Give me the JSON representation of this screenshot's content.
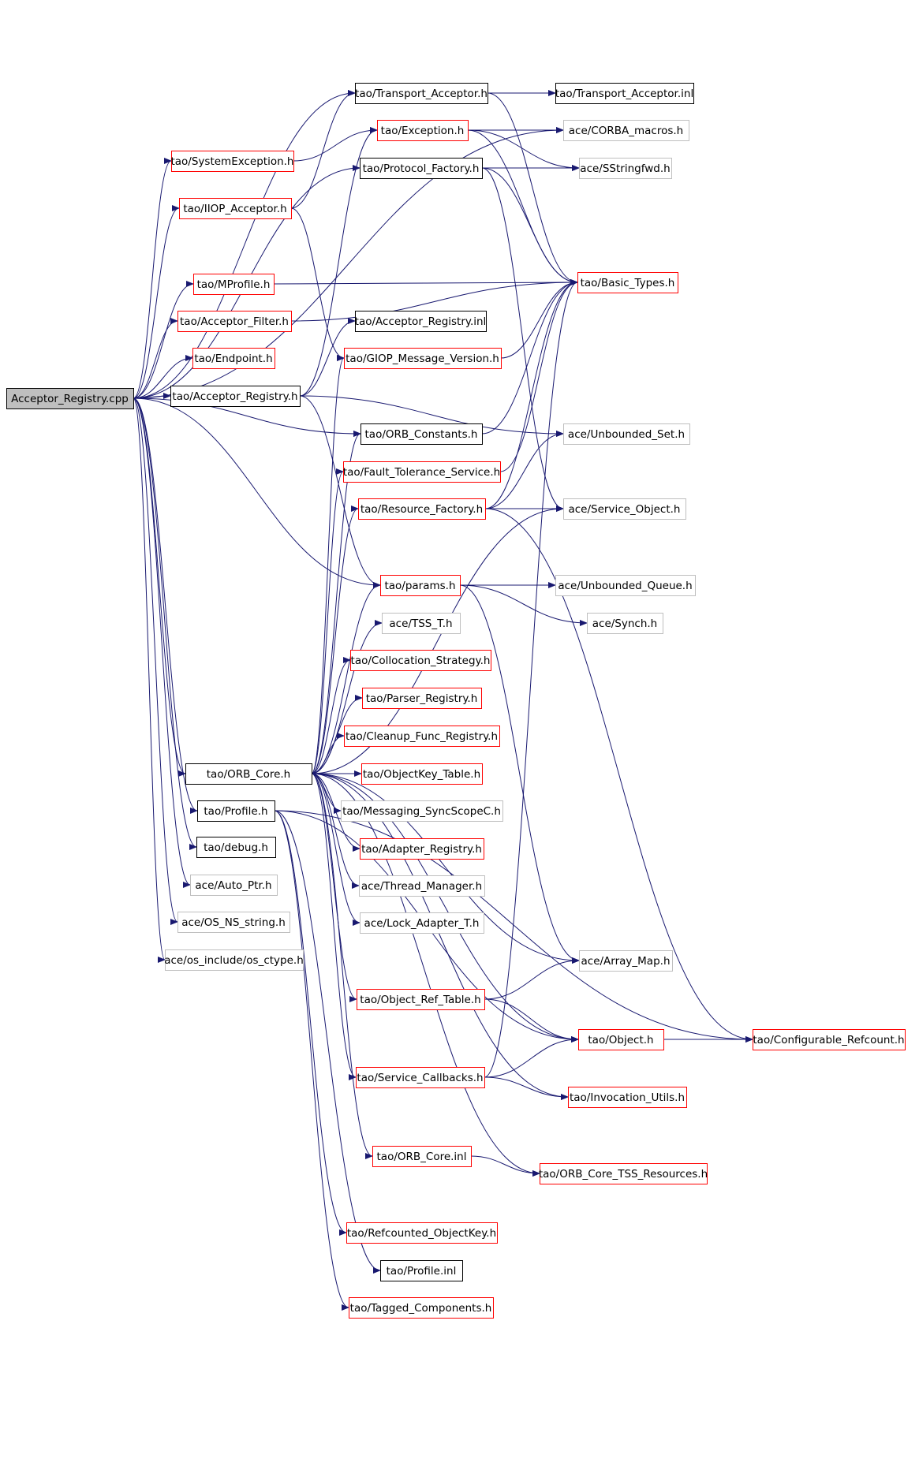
{
  "colors": {
    "edge": "#191970",
    "red_border": "#ff0000",
    "black_border": "#000000",
    "grey_border": "#bfbfbf",
    "root_fill": "#bfbfbf"
  },
  "nodes": [
    {
      "id": "root",
      "label": "Acceptor_Registry.cpp",
      "kind": "root"
    },
    {
      "id": "transport_acceptor_h",
      "label": "tao/Transport_Acceptor.h",
      "kind": "black"
    },
    {
      "id": "transport_acceptor_inl",
      "label": "tao/Transport_Acceptor.inl",
      "kind": "black"
    },
    {
      "id": "exception_h",
      "label": "tao/Exception.h",
      "kind": "red"
    },
    {
      "id": "corba_macros",
      "label": "ace/CORBA_macros.h",
      "kind": "grey"
    },
    {
      "id": "system_exception",
      "label": "tao/SystemException.h",
      "kind": "red"
    },
    {
      "id": "protocol_factory",
      "label": "tao/Protocol_Factory.h",
      "kind": "black"
    },
    {
      "id": "sstringfwd",
      "label": "ace/SStringfwd.h",
      "kind": "grey"
    },
    {
      "id": "iiop_acceptor",
      "label": "tao/IIOP_Acceptor.h",
      "kind": "red"
    },
    {
      "id": "mprofile",
      "label": "tao/MProfile.h",
      "kind": "red"
    },
    {
      "id": "basic_types",
      "label": "tao/Basic_Types.h",
      "kind": "red"
    },
    {
      "id": "acceptor_filter",
      "label": "tao/Acceptor_Filter.h",
      "kind": "red"
    },
    {
      "id": "acceptor_registry_inl",
      "label": "tao/Acceptor_Registry.inl",
      "kind": "black"
    },
    {
      "id": "endpoint",
      "label": "tao/Endpoint.h",
      "kind": "red"
    },
    {
      "id": "giop_message_version",
      "label": "tao/GIOP_Message_Version.h",
      "kind": "red"
    },
    {
      "id": "acceptor_registry_h",
      "label": "tao/Acceptor_Registry.h",
      "kind": "black"
    },
    {
      "id": "orb_constants",
      "label": "tao/ORB_Constants.h",
      "kind": "black"
    },
    {
      "id": "unbounded_set",
      "label": "ace/Unbounded_Set.h",
      "kind": "grey"
    },
    {
      "id": "fault_tolerance",
      "label": "tao/Fault_Tolerance_Service.h",
      "kind": "red"
    },
    {
      "id": "resource_factory",
      "label": "tao/Resource_Factory.h",
      "kind": "red"
    },
    {
      "id": "service_object",
      "label": "ace/Service_Object.h",
      "kind": "grey"
    },
    {
      "id": "params",
      "label": "tao/params.h",
      "kind": "red"
    },
    {
      "id": "unbounded_queue",
      "label": "ace/Unbounded_Queue.h",
      "kind": "grey"
    },
    {
      "id": "synch",
      "label": "ace/Synch.h",
      "kind": "grey"
    },
    {
      "id": "tss_t",
      "label": "ace/TSS_T.h",
      "kind": "grey"
    },
    {
      "id": "collocation_strategy",
      "label": "tao/Collocation_Strategy.h",
      "kind": "red"
    },
    {
      "id": "parser_registry",
      "label": "tao/Parser_Registry.h",
      "kind": "red"
    },
    {
      "id": "cleanup_func_registry",
      "label": "tao/Cleanup_Func_Registry.h",
      "kind": "red"
    },
    {
      "id": "orb_core_h",
      "label": "tao/ORB_Core.h",
      "kind": "black"
    },
    {
      "id": "objectkey_table",
      "label": "tao/ObjectKey_Table.h",
      "kind": "red"
    },
    {
      "id": "profile_h",
      "label": "tao/Profile.h",
      "kind": "black"
    },
    {
      "id": "messaging_syncscope",
      "label": "tao/Messaging_SyncScopeC.h",
      "kind": "grey"
    },
    {
      "id": "adapter_registry",
      "label": "tao/Adapter_Registry.h",
      "kind": "red"
    },
    {
      "id": "debug_h",
      "label": "tao/debug.h",
      "kind": "black"
    },
    {
      "id": "auto_ptr",
      "label": "ace/Auto_Ptr.h",
      "kind": "grey"
    },
    {
      "id": "thread_manager",
      "label": "ace/Thread_Manager.h",
      "kind": "grey"
    },
    {
      "id": "os_ns_string",
      "label": "ace/OS_NS_string.h",
      "kind": "grey"
    },
    {
      "id": "lock_adapter_t",
      "label": "ace/Lock_Adapter_T.h",
      "kind": "grey"
    },
    {
      "id": "os_ctype",
      "label": "ace/os_include/os_ctype.h",
      "kind": "grey"
    },
    {
      "id": "array_map",
      "label": "ace/Array_Map.h",
      "kind": "grey"
    },
    {
      "id": "object_ref_table",
      "label": "tao/Object_Ref_Table.h",
      "kind": "red"
    },
    {
      "id": "object_h",
      "label": "tao/Object.h",
      "kind": "red"
    },
    {
      "id": "configurable_refcount",
      "label": "tao/Configurable_Refcount.h",
      "kind": "red"
    },
    {
      "id": "service_callbacks",
      "label": "tao/Service_Callbacks.h",
      "kind": "red"
    },
    {
      "id": "invocation_utils",
      "label": "tao/Invocation_Utils.h",
      "kind": "red"
    },
    {
      "id": "orb_core_inl",
      "label": "tao/ORB_Core.inl",
      "kind": "red"
    },
    {
      "id": "orb_core_tss_resources",
      "label": "tao/ORB_Core_TSS_Resources.h",
      "kind": "red"
    },
    {
      "id": "refcounted_objectkey",
      "label": "tao/Refcounted_ObjectKey.h",
      "kind": "red"
    },
    {
      "id": "profile_inl",
      "label": "tao/Profile.inl",
      "kind": "black"
    },
    {
      "id": "tagged_components",
      "label": "tao/Tagged_Components.h",
      "kind": "red"
    }
  ],
  "edges": [
    [
      "root",
      "transport_acceptor_h"
    ],
    [
      "root",
      "corba_macros"
    ],
    [
      "root",
      "system_exception"
    ],
    [
      "root",
      "iiop_acceptor"
    ],
    [
      "root",
      "protocol_factory"
    ],
    [
      "root",
      "mprofile"
    ],
    [
      "root",
      "acceptor_filter"
    ],
    [
      "root",
      "endpoint"
    ],
    [
      "root",
      "acceptor_registry_h"
    ],
    [
      "root",
      "orb_constants"
    ],
    [
      "root",
      "params"
    ],
    [
      "root",
      "orb_core_h"
    ],
    [
      "root",
      "profile_h"
    ],
    [
      "root",
      "debug_h"
    ],
    [
      "root",
      "auto_ptr"
    ],
    [
      "root",
      "os_ns_string"
    ],
    [
      "root",
      "os_ctype"
    ],
    [
      "transport_acceptor_h",
      "transport_acceptor_inl"
    ],
    [
      "transport_acceptor_h",
      "basic_types"
    ],
    [
      "exception_h",
      "corba_macros"
    ],
    [
      "exception_h",
      "sstringfwd"
    ],
    [
      "exception_h",
      "basic_types"
    ],
    [
      "system_exception",
      "exception_h"
    ],
    [
      "protocol_factory",
      "sstringfwd"
    ],
    [
      "protocol_factory",
      "basic_types"
    ],
    [
      "protocol_factory",
      "service_object"
    ],
    [
      "iiop_acceptor",
      "transport_acceptor_h"
    ],
    [
      "iiop_acceptor",
      "giop_message_version"
    ],
    [
      "mprofile",
      "basic_types"
    ],
    [
      "acceptor_filter",
      "basic_types"
    ],
    [
      "acceptor_registry_h",
      "acceptor_registry_inl"
    ],
    [
      "acceptor_registry_h",
      "exception_h"
    ],
    [
      "acceptor_registry_h",
      "unbounded_set"
    ],
    [
      "acceptor_registry_h",
      "params"
    ],
    [
      "giop_message_version",
      "basic_types"
    ],
    [
      "orb_constants",
      "basic_types"
    ],
    [
      "fault_tolerance",
      "basic_types"
    ],
    [
      "resource_factory",
      "service_object"
    ],
    [
      "resource_factory",
      "unbounded_set"
    ],
    [
      "resource_factory",
      "basic_types"
    ],
    [
      "resource_factory",
      "configurable_refcount"
    ],
    [
      "params",
      "unbounded_queue"
    ],
    [
      "params",
      "synch"
    ],
    [
      "params",
      "array_map"
    ],
    [
      "orb_core_h",
      "giop_message_version"
    ],
    [
      "orb_core_h",
      "orb_constants"
    ],
    [
      "orb_core_h",
      "fault_tolerance"
    ],
    [
      "orb_core_h",
      "resource_factory"
    ],
    [
      "orb_core_h",
      "service_object"
    ],
    [
      "orb_core_h",
      "params"
    ],
    [
      "orb_core_h",
      "tss_t"
    ],
    [
      "orb_core_h",
      "collocation_strategy"
    ],
    [
      "orb_core_h",
      "parser_registry"
    ],
    [
      "orb_core_h",
      "cleanup_func_registry"
    ],
    [
      "orb_core_h",
      "objectkey_table"
    ],
    [
      "orb_core_h",
      "messaging_syncscope"
    ],
    [
      "orb_core_h",
      "adapter_registry"
    ],
    [
      "orb_core_h",
      "thread_manager"
    ],
    [
      "orb_core_h",
      "lock_adapter_t"
    ],
    [
      "orb_core_h",
      "array_map"
    ],
    [
      "orb_core_h",
      "object_ref_table"
    ],
    [
      "orb_core_h",
      "object_h"
    ],
    [
      "orb_core_h",
      "service_callbacks"
    ],
    [
      "orb_core_h",
      "invocation_utils"
    ],
    [
      "orb_core_h",
      "orb_core_inl"
    ],
    [
      "orb_core_h",
      "orb_core_tss_resources"
    ],
    [
      "profile_h",
      "refcounted_objectkey"
    ],
    [
      "profile_h",
      "profile_inl"
    ],
    [
      "profile_h",
      "tagged_components"
    ],
    [
      "profile_h",
      "object_h"
    ],
    [
      "profile_h",
      "configurable_refcount"
    ],
    [
      "object_ref_table",
      "array_map"
    ],
    [
      "object_ref_table",
      "object_h"
    ],
    [
      "object_h",
      "configurable_refcount"
    ],
    [
      "service_callbacks",
      "object_h"
    ],
    [
      "service_callbacks",
      "invocation_utils"
    ],
    [
      "service_callbacks",
      "basic_types"
    ],
    [
      "orb_core_inl",
      "orb_core_tss_resources"
    ]
  ]
}
